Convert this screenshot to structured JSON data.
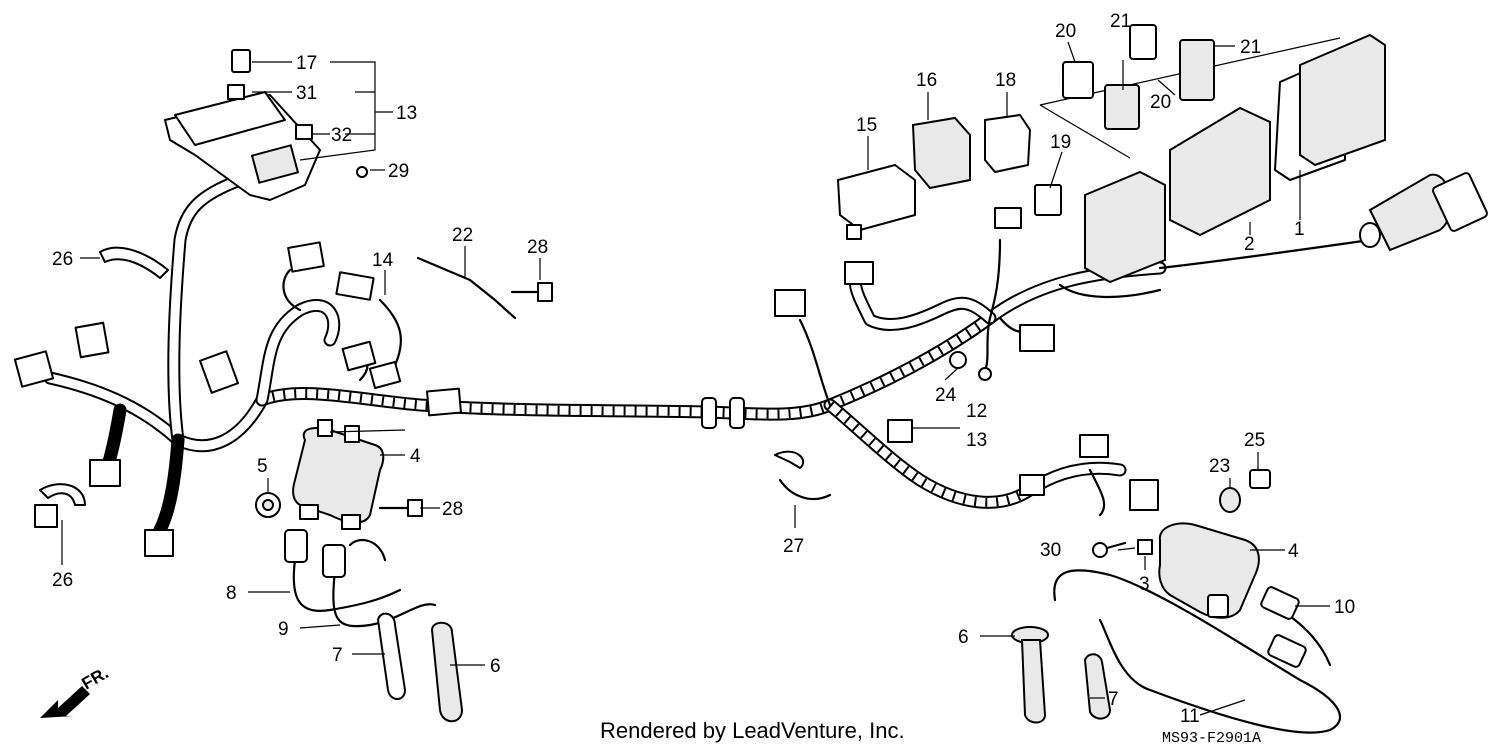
{
  "callouts": {
    "c17": "17",
    "c31": "31",
    "c32": "32",
    "c13a": "13",
    "c29": "29",
    "c26a": "26",
    "c26b": "26",
    "c14": "14",
    "c22": "22",
    "c28a": "28",
    "c28b": "28",
    "c5": "5",
    "c4a": "4",
    "c8": "8",
    "c9": "9",
    "c7a": "7",
    "c6a": "6",
    "c27": "27",
    "c15": "15",
    "c16": "16",
    "c18": "18",
    "c19": "19",
    "c20a": "20",
    "c20b": "20",
    "c21a": "21",
    "c21b": "21",
    "c2": "2",
    "c1": "1",
    "c24": "24",
    "c12": "12",
    "c13b": "13",
    "c25": "25",
    "c23": "23",
    "c30": "30",
    "c3": "3",
    "c4b": "4",
    "c10": "10",
    "c6b": "6",
    "c7b": "7",
    "c11": "11"
  },
  "footer": {
    "credit": "Rendered by LeadVenture, Inc.",
    "code": "MS93-F2901A",
    "direction": "FR."
  }
}
